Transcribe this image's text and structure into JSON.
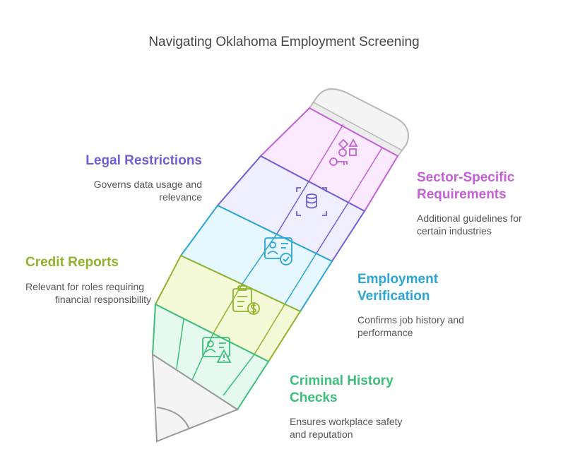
{
  "title": "Navigating Oklahoma Employment Screening",
  "sections": {
    "legal": {
      "label": "Legal Restrictions",
      "desc_lines": [
        "Governs data usage and",
        "relevance"
      ],
      "color": "#6f5fd6"
    },
    "sector": {
      "label_lines": [
        "Sector-Specific",
        "Requirements"
      ],
      "desc_lines": [
        "Additional guidelines for",
        "certain industries"
      ],
      "color": "#c45fd6"
    },
    "credit": {
      "label": "Credit Reports",
      "desc_lines": [
        "Relevant for roles requiring",
        "financial responsibility"
      ],
      "color": "#8fb32a"
    },
    "employment": {
      "label_lines": [
        "Employment",
        "Verification"
      ],
      "desc_lines": [
        "Confirms job history and",
        "performance"
      ],
      "color": "#2aa6d4"
    },
    "criminal": {
      "label_lines": [
        "Criminal History",
        "Checks"
      ],
      "desc_lines": [
        "Ensures workplace safety",
        "and reputation"
      ],
      "color": "#3cbf7a"
    }
  }
}
